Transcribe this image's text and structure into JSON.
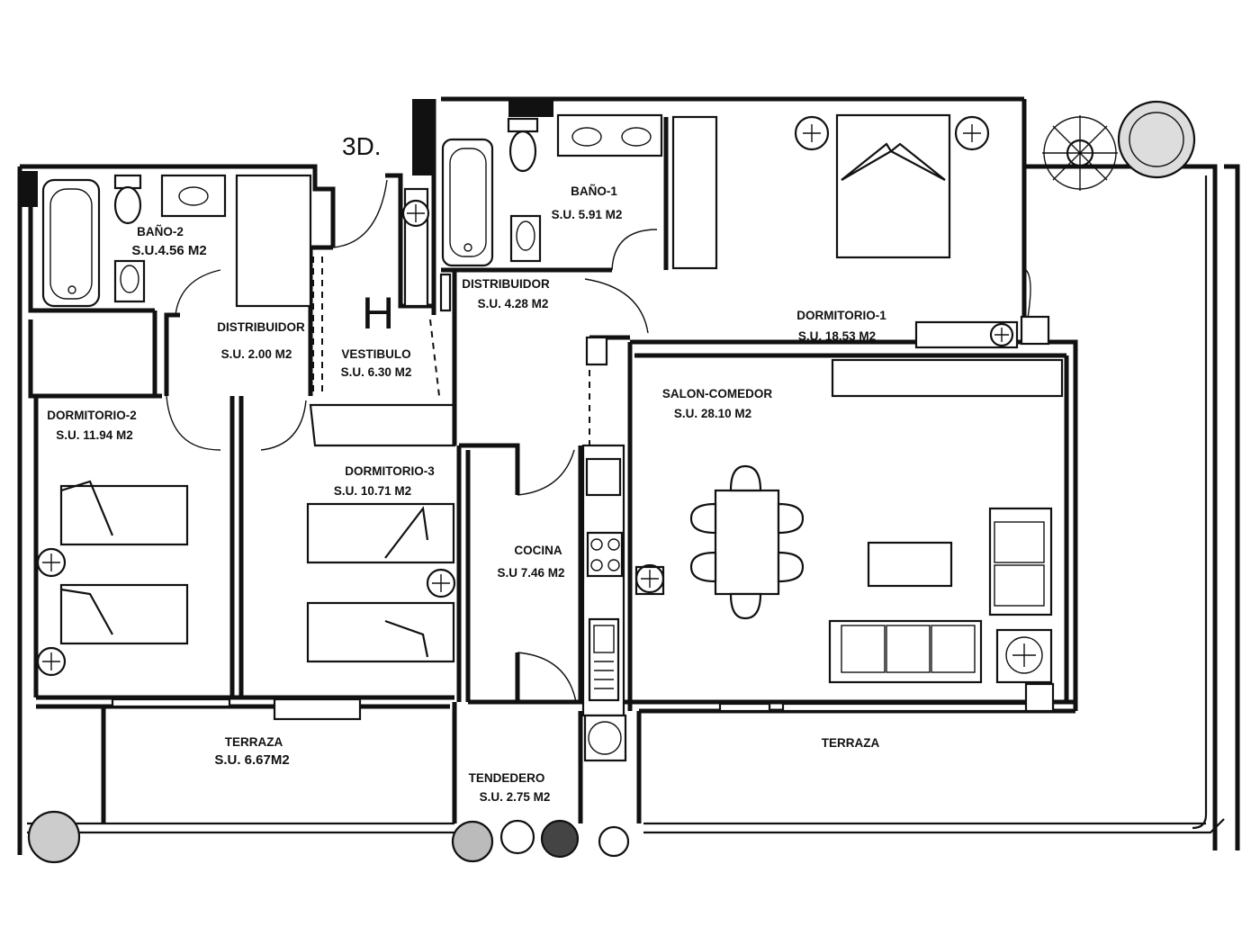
{
  "plan": {
    "code": "3D.",
    "entrance_mark": "H"
  },
  "rooms": [
    {
      "id": "bano-2",
      "name": "BAÑO-2",
      "area": "S.U.4.56 M2"
    },
    {
      "id": "bano-1",
      "name": "BAÑO-1",
      "area": "S.U. 5.91 M2"
    },
    {
      "id": "distribuidor-left",
      "name": "DISTRIBUIDOR",
      "area": "S.U. 2.00 M2"
    },
    {
      "id": "vestibulo",
      "name": "VESTIBULO",
      "area": "S.U. 6.30 M2"
    },
    {
      "id": "distribuidor-center",
      "name": "DISTRIBUIDOR",
      "area": "S.U. 4.28 M2"
    },
    {
      "id": "dormitorio-1",
      "name": "DORMITORIO-1",
      "area": "S.U. 18.53 M2"
    },
    {
      "id": "dormitorio-2",
      "name": "DORMITORIO-2",
      "area": "S.U. 11.94 M2"
    },
    {
      "id": "dormitorio-3",
      "name": "DORMITORIO-3",
      "area": "S.U. 10.71 M2"
    },
    {
      "id": "salon-comedor",
      "name": "SALON-COMEDOR",
      "area": "S.U. 28.10 M2"
    },
    {
      "id": "cocina",
      "name": "COCINA",
      "area": "S.U  7.46 M2"
    },
    {
      "id": "terraza-left",
      "name": "TERRAZA",
      "area": "S.U. 6.67M2"
    },
    {
      "id": "tendedero",
      "name": "TENDEDERO",
      "area": "S.U. 2.75 M2"
    },
    {
      "id": "terraza-right",
      "name": "TERRAZA",
      "area": ""
    }
  ]
}
